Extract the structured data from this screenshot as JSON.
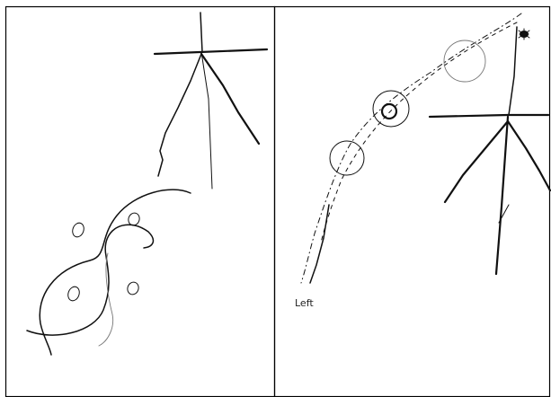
{
  "panels": [
    {
      "id": "left"
    },
    {
      "id": "right",
      "annotation": "Left"
    }
  ]
}
